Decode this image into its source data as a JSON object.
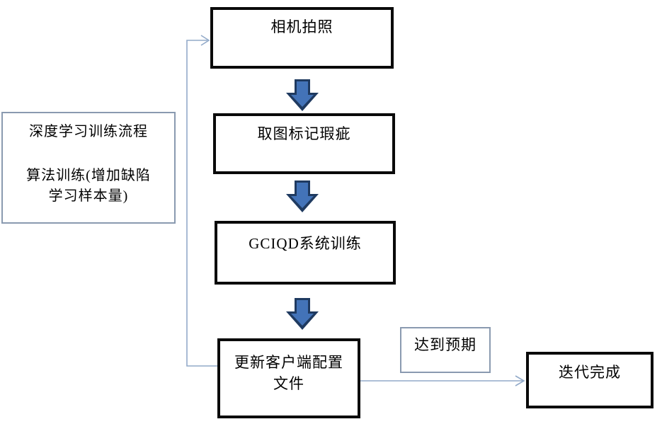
{
  "diagram": {
    "note": {
      "lines": [
        "深度学习训练流程",
        "算法训练(增加缺陷",
        "学习样本量)"
      ]
    },
    "nodes": {
      "camera": "相机拍照",
      "mark": "取图标记瑕疵",
      "train": "GCIQD系统训练",
      "update_line1": "更新客户端配置",
      "update_line2": "文件",
      "expect": "达到预期",
      "done": "迭代完成"
    },
    "colors": {
      "arrow_fill": "#4373b8",
      "arrow_border": "#1f3a60",
      "connector": "#92aac9",
      "thick_box_border": "#0a0a0a",
      "thin_box_border": "#8a9ab0"
    }
  }
}
